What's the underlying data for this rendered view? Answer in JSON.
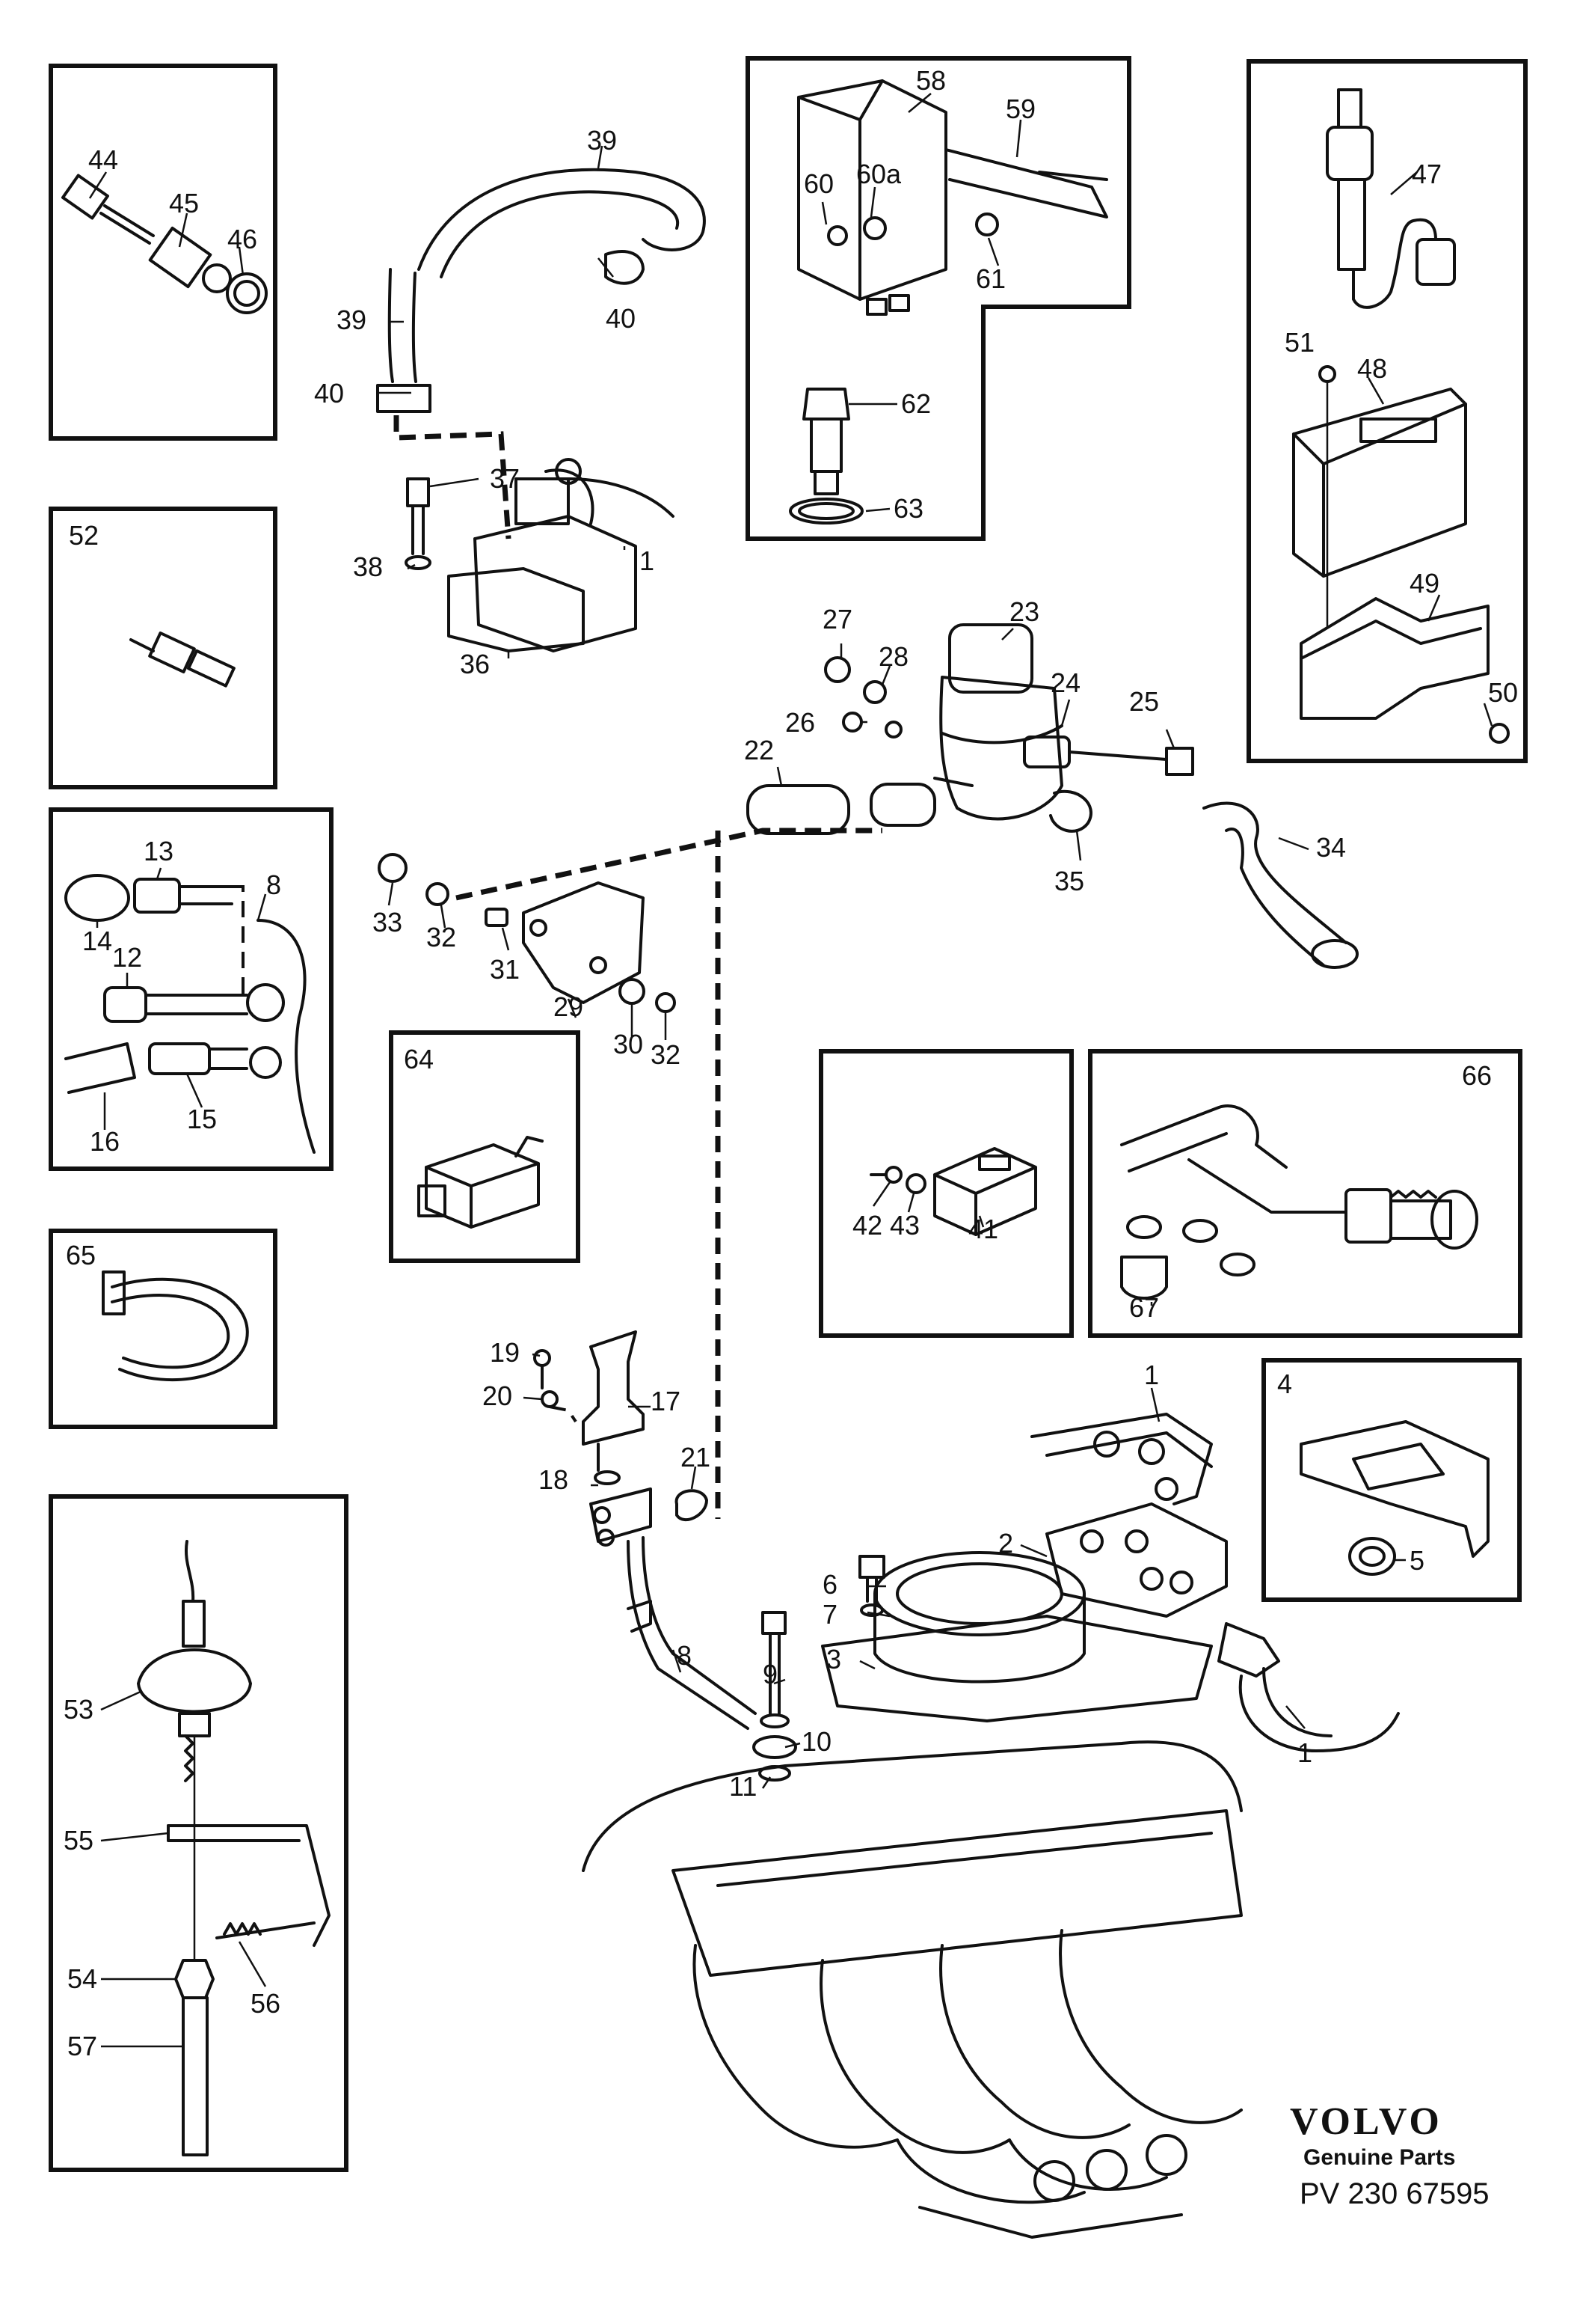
{
  "brand": {
    "logo_text": "VOLVO",
    "tagline": "Genuine Parts",
    "reference": "PV 230 67595"
  },
  "labels": {
    "p1": "1",
    "p2": "2",
    "p3": "3",
    "p4": "4",
    "p5": "5",
    "p6": "6",
    "p7": "7",
    "p8": "8",
    "p9": "9",
    "p10": "10",
    "p11": "11",
    "p12": "12",
    "p13": "13",
    "p14": "14",
    "p15": "15",
    "p16": "16",
    "p17": "17",
    "p18": "18",
    "p19": "19",
    "p20": "20",
    "p21": "21",
    "p22": "22",
    "p23": "23",
    "p24": "24",
    "p25": "25",
    "p26": "26",
    "p27": "27",
    "p28": "28",
    "p29": "29",
    "p30": "30",
    "p31": "31",
    "p32": "32",
    "p33": "33",
    "p34": "34",
    "p35": "35",
    "p36": "36",
    "p37": "37",
    "p38": "38",
    "p39": "39",
    "p40": "40",
    "p41": "41",
    "p42": "42",
    "p43": "43",
    "p44": "44",
    "p45": "45",
    "p46": "46",
    "p47": "47",
    "p48": "48",
    "p49": "49",
    "p50": "50",
    "p51": "51",
    "p52": "52",
    "p53": "53",
    "p54": "54",
    "p55": "55",
    "p56": "56",
    "p57": "57",
    "p58": "58",
    "p59": "59",
    "p60": "60",
    "p60a": "60a",
    "p61": "61",
    "p62": "62",
    "p63": "63",
    "p64": "64",
    "p65": "65",
    "p66": "66",
    "p67": "67"
  }
}
